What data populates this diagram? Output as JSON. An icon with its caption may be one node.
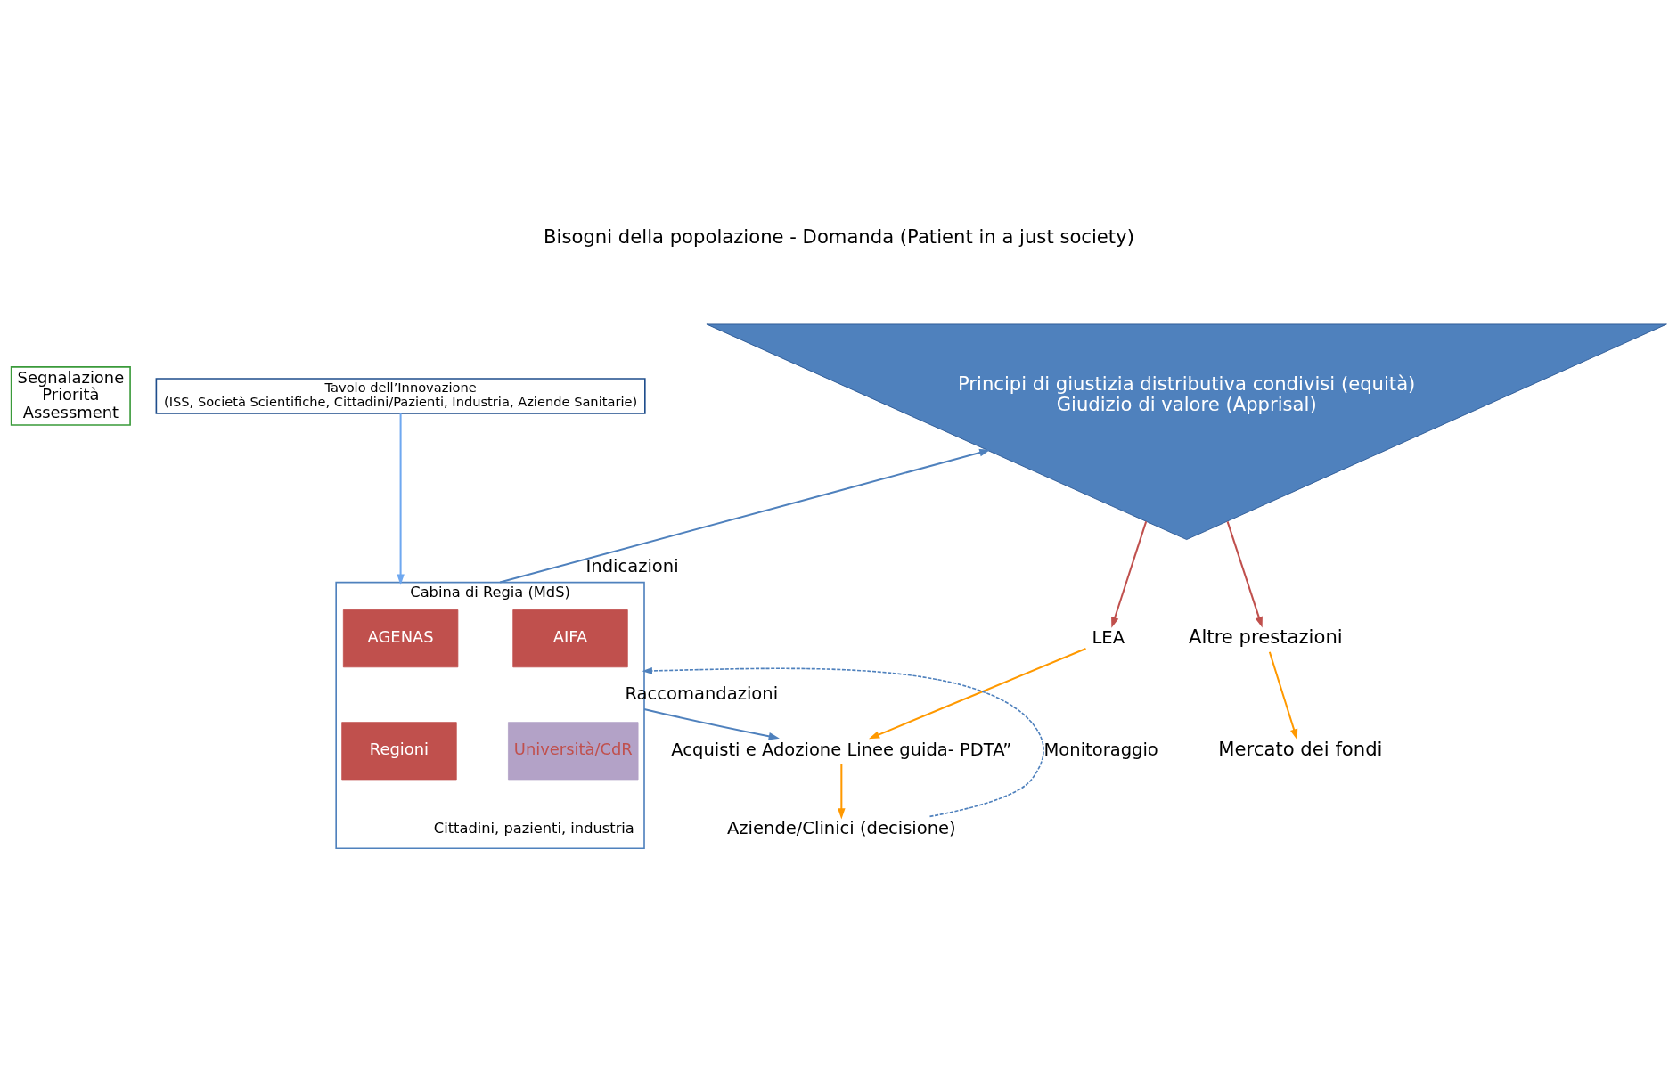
{
  "diagram": {
    "title": "Bisogni della popolazione - Domanda (Patient in a just society)",
    "nodes": [
      {
        "text": [
          "Segnalazione",
          "Priorità",
          "Assessment"
        ]
      },
      {
        "text": [
          "Tavolo dell’Innovazione",
          "(ISS, Società Scientifiche, Cittadini/Pazienti, Industria, Aziende Sanitarie)"
        ]
      },
      {
        "text": [
          "Cabina di Regia (MdS)",
          "Cittadini, pazienti, industria"
        ]
      },
      {
        "text": [
          "AGENAS"
        ],
        "in": 2
      },
      {
        "text": [
          "AIFA"
        ],
        "in": 2
      },
      {
        "text": [
          "Regioni"
        ],
        "in": 2
      },
      {
        "text": [
          "Università/CdR"
        ],
        "in": 2
      },
      {
        "text": [
          "Principi di giustizia distributiva condivisi (equità)",
          "Giudizio di valore (Apprisal)"
        ]
      },
      {
        "text": [
          "LEA"
        ]
      },
      {
        "text": [
          "Altre prestazioni"
        ]
      },
      {
        "text": [
          "Acquisti e Adozione Linee guida- PDTA”"
        ]
      },
      {
        "text": [
          "Aziende/Clinici (decisione)"
        ]
      },
      {
        "text": [
          "Mercato dei fondi"
        ]
      }
    ],
    "edges": [
      {
        "from": 1,
        "to": 2,
        "arrow": "to",
        "color": "#6fa8f0"
      },
      {
        "from": 2,
        "to": 7,
        "arrow": "to",
        "label": "Indicazioni",
        "color": "#4f81bd"
      },
      {
        "from": 7,
        "to": 8,
        "arrow": "to",
        "color": "#c0504d"
      },
      {
        "from": 7,
        "to": 9,
        "arrow": "to",
        "color": "#c0504d"
      },
      {
        "from": 8,
        "to": 10,
        "arrow": "to",
        "color": "#ff9900"
      },
      {
        "from": 10,
        "to": 11,
        "arrow": "to",
        "color": "#ff9900"
      },
      {
        "from": 9,
        "to": 12,
        "arrow": "to",
        "color": "#ff9900"
      },
      {
        "from": 2,
        "to": 10,
        "arrow": "to",
        "label": "Raccomandazioni",
        "color": "#4f81bd"
      },
      {
        "from": 11,
        "to": 2,
        "arrow": "to",
        "label": "Monitoraggio",
        "style": "dashed",
        "color": "#4f81bd"
      }
    ]
  }
}
